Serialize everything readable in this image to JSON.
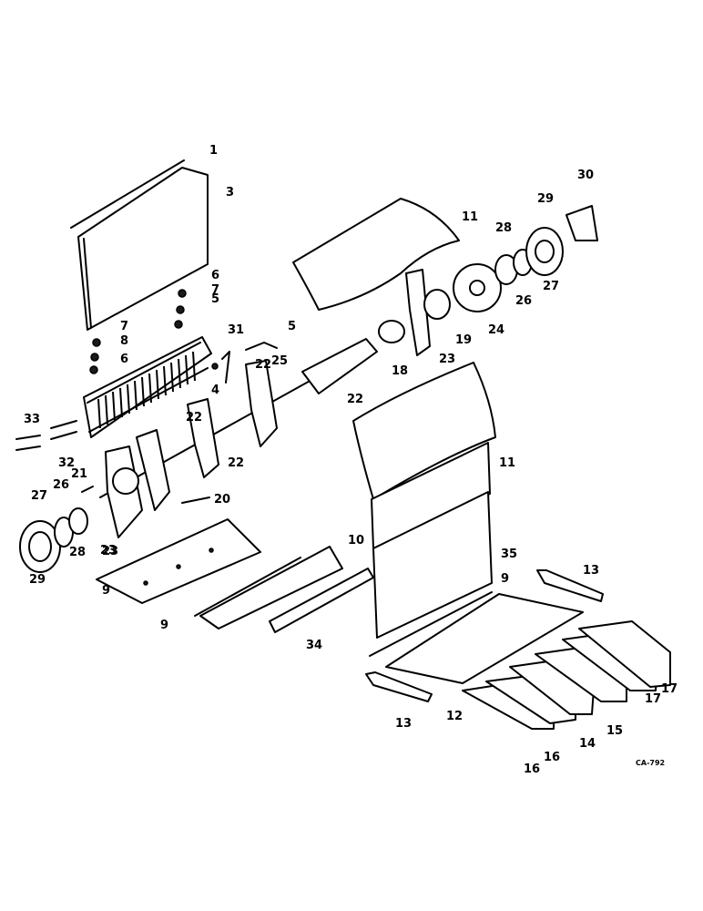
{
  "drawing_code": "CA-792",
  "callouts": [
    "1",
    "3",
    "4",
    "5",
    "5",
    "6",
    "6",
    "7",
    "7",
    "8",
    "9",
    "9",
    "9",
    "10",
    "11",
    "11",
    "12",
    "13",
    "13",
    "14",
    "15",
    "16",
    "16",
    "17",
    "17",
    "18",
    "19",
    "20",
    "21",
    "22",
    "22",
    "22",
    "22",
    "23",
    "23",
    "23",
    "24",
    "25",
    "26",
    "26",
    "27",
    "27",
    "28",
    "28",
    "29",
    "29",
    "30",
    "31",
    "32",
    "33",
    "34",
    "35"
  ]
}
